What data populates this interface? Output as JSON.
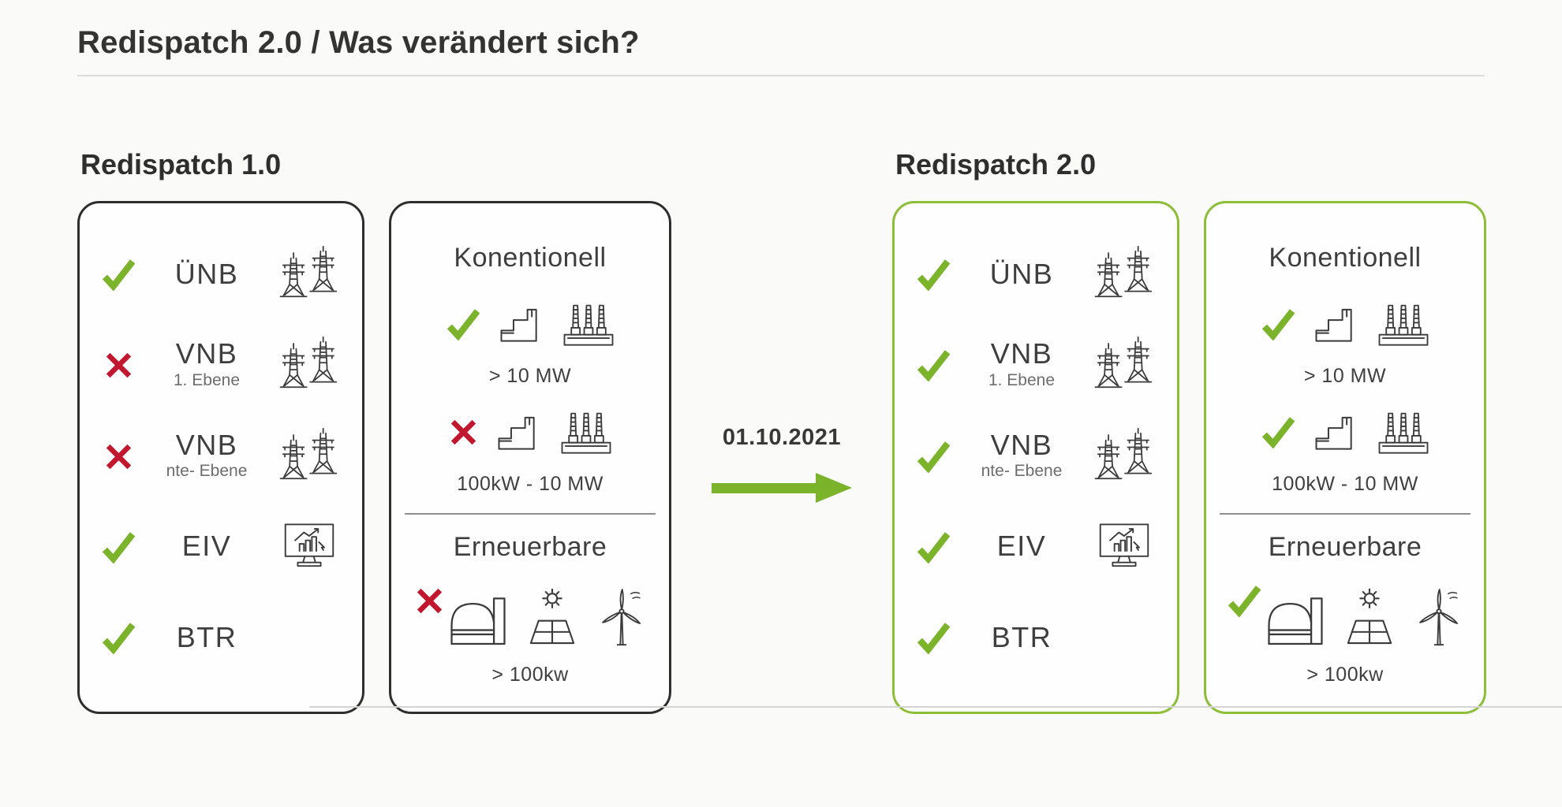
{
  "title": "Redispatch 2.0 / Was verändert sich?",
  "middle": {
    "date": "01.10.2021"
  },
  "colors": {
    "green_mark": "#7bb32b",
    "green_border": "#8cbe37",
    "red_mark": "#c1182f",
    "dark_border": "#2e2e2e",
    "text_dark": "#3a3a3a"
  },
  "icons": {
    "pylons": "#sym-pylons",
    "monitor_chart": "#sym-monitor",
    "factory": "#sym-factory",
    "power_plant": "#sym-plant",
    "biogas_plant": "#sym-biogas",
    "solar_panel": "#sym-solar",
    "wind_turbine": "#sym-wind"
  },
  "left": {
    "heading": "Redispatch 1.0",
    "roles": [
      {
        "mark": "check",
        "label": "ÜNB",
        "sublabel": ""
      },
      {
        "mark": "cross",
        "label": "VNB",
        "sublabel": "1. Ebene"
      },
      {
        "mark": "cross",
        "label": "VNB",
        "sublabel": "nte- Ebene"
      },
      {
        "mark": "check",
        "label": "EIV",
        "sublabel": ""
      },
      {
        "mark": "check",
        "label": "BTR",
        "sublabel": ""
      }
    ],
    "plants": {
      "heading_conventional": "Konentionell",
      "heading_renewable": "Erneuerbare",
      "rows": [
        {
          "mark": "check",
          "caption": "> 10 MW"
        },
        {
          "mark": "cross",
          "caption": "100kW - 10 MW"
        },
        {
          "mark": "cross",
          "caption": "> 100kw"
        }
      ]
    }
  },
  "right": {
    "heading": "Redispatch 2.0",
    "roles": [
      {
        "mark": "check",
        "label": "ÜNB",
        "sublabel": ""
      },
      {
        "mark": "check",
        "label": "VNB",
        "sublabel": "1. Ebene"
      },
      {
        "mark": "check",
        "label": "VNB",
        "sublabel": "nte- Ebene"
      },
      {
        "mark": "check",
        "label": "EIV",
        "sublabel": ""
      },
      {
        "mark": "check",
        "label": "BTR",
        "sublabel": ""
      }
    ],
    "plants": {
      "heading_conventional": "Konentionell",
      "heading_renewable": "Erneuerbare",
      "rows": [
        {
          "mark": "check",
          "caption": "> 10 MW"
        },
        {
          "mark": "check",
          "caption": "100kW - 10 MW"
        },
        {
          "mark": "check",
          "caption": "> 100kw"
        }
      ]
    }
  }
}
